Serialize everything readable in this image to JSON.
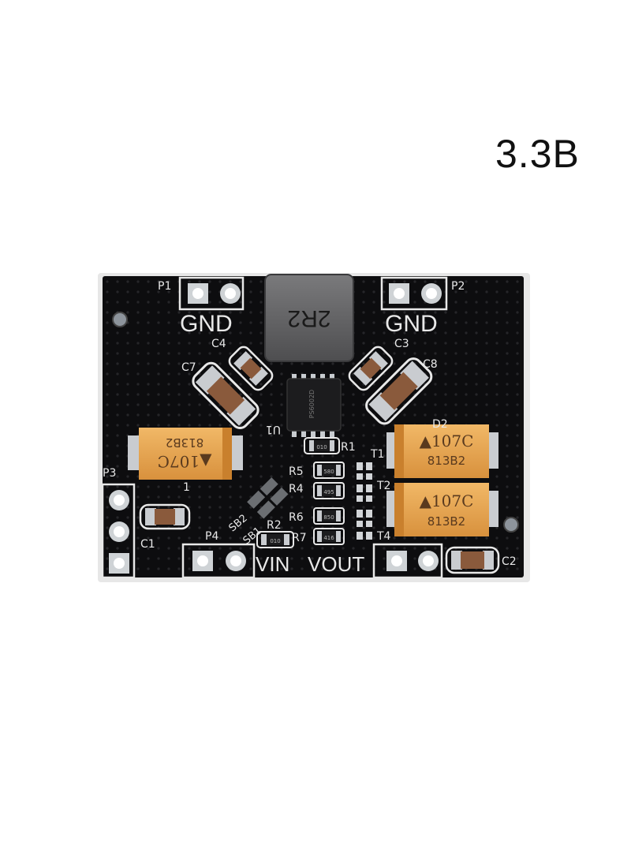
{
  "label": "3.3B",
  "board": {
    "pads": {
      "p1": "P1",
      "p2": "P2",
      "p3": "P3",
      "p4": "P4",
      "gnd_left": "GND",
      "gnd_right": "GND",
      "vin": "VIN",
      "vout": "VOUT"
    },
    "inductor_mark": "2R2",
    "chip_ref": "U1",
    "chip_mark": "PS6002D",
    "cap_refs": {
      "c1": "C1",
      "c2": "C2",
      "c3": "C3",
      "c4": "C4",
      "c7": "C7",
      "c8": "C8"
    },
    "resistor_refs": {
      "r1": "R1",
      "r2": "R2",
      "r4": "R4",
      "r5": "R5",
      "r6": "R6",
      "r7": "R7"
    },
    "transistor_refs": {
      "t1": "T1",
      "t2": "T2",
      "t4": "T4"
    },
    "bridge_refs": {
      "sb1": "SB1",
      "sb2": "SB2"
    },
    "diode_refs": {
      "d1": "1",
      "d2": "D2"
    },
    "tantalum_mark_line1": "▲107C",
    "tantalum_mark_line2": "813B2",
    "resistor_marks": {
      "r1": "010",
      "r5": "580",
      "r4": "495",
      "r6": "850",
      "r7": "416",
      "r2": "010"
    }
  },
  "colors": {
    "pcb": "#0d0d0f",
    "silk": "#e8e8e8",
    "tantalum": "#e8a24a",
    "ceramic": "#8a5a3c",
    "solder": "#c9ccd0",
    "inductor": "#6d6d6f"
  }
}
